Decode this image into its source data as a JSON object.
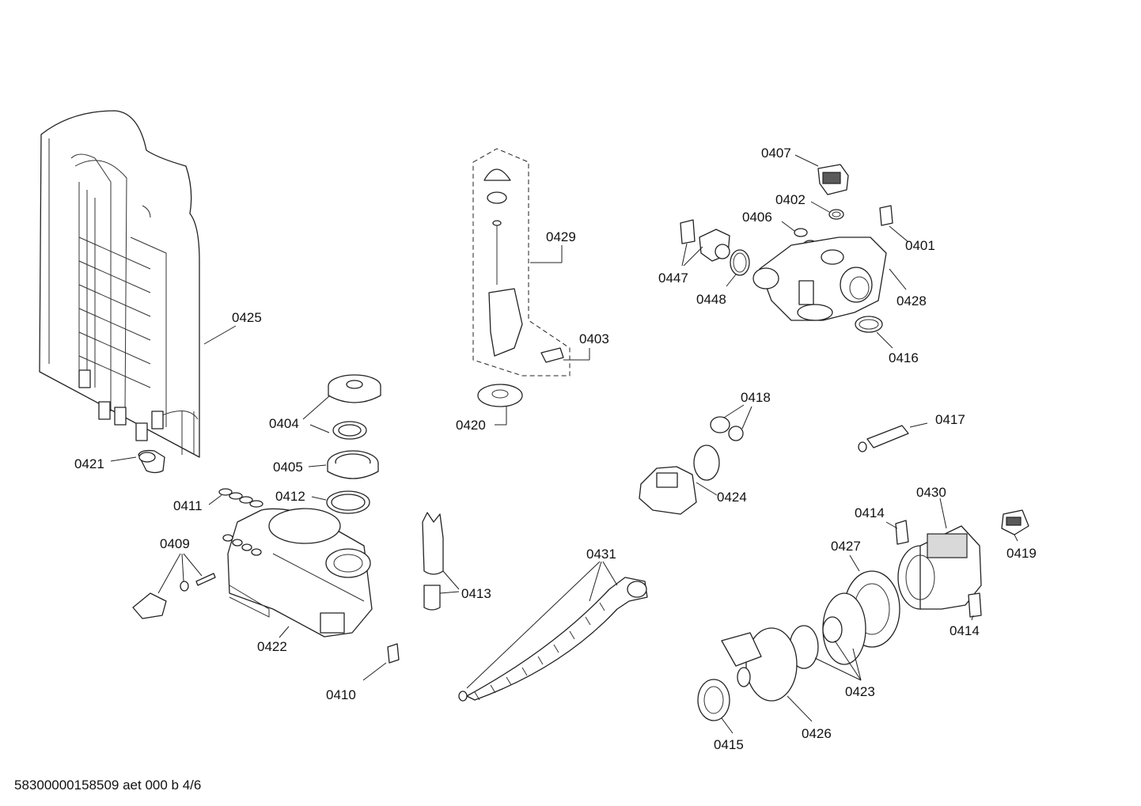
{
  "labels": {
    "p0401": "0401",
    "p0402": "0402",
    "p0403": "0403",
    "p0404": "0404",
    "p0405": "0405",
    "p0406": "0406",
    "p0407": "0407",
    "p0409": "0409",
    "p0410": "0410",
    "p0411": "0411",
    "p0412": "0412",
    "p0413": "0413",
    "p0414a": "0414",
    "p0414b": "0414",
    "p0415": "0415",
    "p0416": "0416",
    "p0417": "0417",
    "p0418": "0418",
    "p0419": "0419",
    "p0420": "0420",
    "p0421": "0421",
    "p0422": "0422",
    "p0423": "0423",
    "p0424": "0424",
    "p0425": "0425",
    "p0426": "0426",
    "p0427": "0427",
    "p0428": "0428",
    "p0429": "0429",
    "p0430": "0430",
    "p0431": "0431",
    "p0447": "0447",
    "p0448": "0448"
  },
  "footer": {
    "document_code": "58300000158509 aet 000 b 4/6"
  }
}
